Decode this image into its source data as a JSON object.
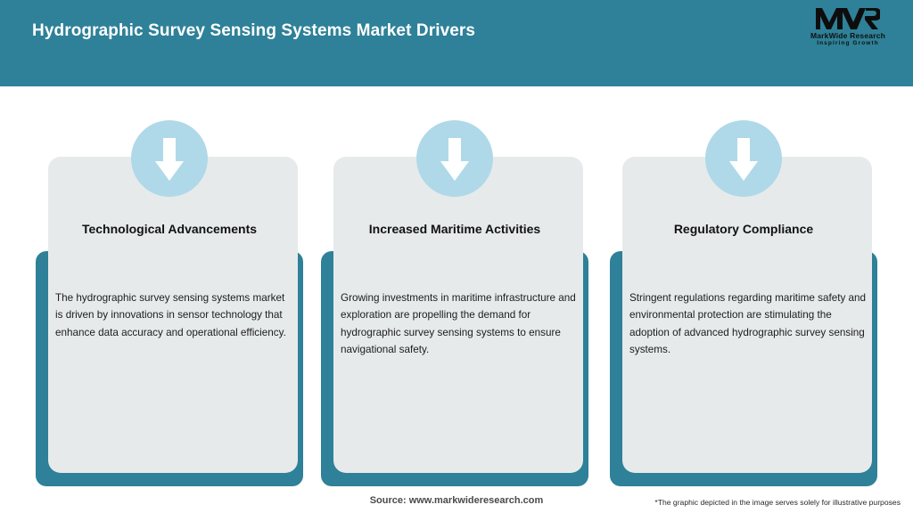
{
  "header": {
    "title": "Hydrographic Survey Sensing Systems Market Drivers",
    "background_color": "#2E8198",
    "title_color": "#FFFFFF"
  },
  "logo": {
    "mark": "MWR",
    "name": "MarkWide Research",
    "tagline": "Inspiring Growth"
  },
  "theme": {
    "accent_teal": "#2E8198",
    "icon_circle": "#AFD9E9",
    "card_background": "#E7EAEB",
    "page_background": "#FFFFFF"
  },
  "cards": [
    {
      "icon": "arrow-down-icon",
      "title": "Technological Advancements",
      "body": "The hydrographic survey sensing systems market is driven by innovations in sensor technology that enhance data accuracy and operational efficiency."
    },
    {
      "icon": "arrow-down-icon",
      "title": "Increased Maritime Activities",
      "body": "Growing investments in maritime infrastructure and exploration are propelling the demand for hydrographic survey sensing systems to ensure navigational safety."
    },
    {
      "icon": "arrow-down-icon",
      "title": "Regulatory Compliance",
      "body": "Stringent regulations regarding maritime safety and environmental protection are stimulating the adoption of advanced hydrographic survey sensing systems."
    }
  ],
  "footer": {
    "source": "Source: www.markwideresearch.com",
    "disclaimer": "*The graphic depicted in the image serves solely for illustrative purposes"
  }
}
